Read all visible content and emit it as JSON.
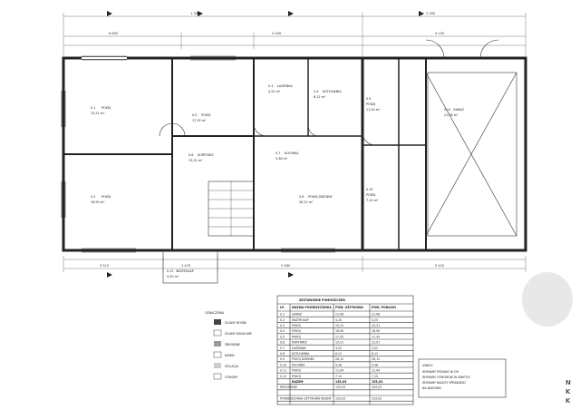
{
  "drawing": {
    "dimensions_top": [
      "1 385",
      "2 000"
    ],
    "dimensions_top_detail": [
      "6 600",
      "5 400",
      "4 155"
    ],
    "dimensions_bottom": [
      "3 515",
      "1 470",
      "5 580",
      "5 410"
    ]
  },
  "rooms": [
    {
      "id": "r1",
      "number": "0.1",
      "name": "POKÓJ",
      "area": "15,21 m²"
    },
    {
      "id": "r2",
      "number": "0.2",
      "name": "POKÓJ",
      "area": "16,90 m²"
    },
    {
      "id": "r3",
      "number": "0.3",
      "name": "ŁAZIENKA",
      "area": "4,52 m²"
    },
    {
      "id": "r4",
      "number": "0.4",
      "name": "KOTŁOWNIA",
      "area": "6,12 m²"
    },
    {
      "id": "r5",
      "number": "0.5",
      "name": "POKÓJ",
      "area": "17,35 m²"
    },
    {
      "id": "r6",
      "number": "0.6",
      "name": "KORYTARZ",
      "area": "12,01 m²"
    },
    {
      "id": "r7",
      "number": "0.7",
      "name": "KUCHNIA",
      "area": "9,38 m²"
    },
    {
      "id": "r8",
      "number": "0.8",
      "name": "POKÓJ DZIENNY",
      "area": "28,12 m²"
    },
    {
      "id": "r9",
      "number": "0.9",
      "name": "POKÓJ",
      "area": "11,04 m²"
    },
    {
      "id": "r10",
      "number": "0.10",
      "name": "POKÓJ",
      "area": "7,10 m²"
    },
    {
      "id": "r11",
      "number": "0.11",
      "name": "GARAŻ",
      "area": "21,08 m²"
    },
    {
      "id": "r12",
      "number": "0.12",
      "name": "WIATROŁAP",
      "area": "4,20 m²"
    }
  ],
  "table": {
    "header": [
      "LP.",
      "NAZWA POMIESZCZENIA",
      "POW. UŻYTKOWA",
      "POW. PODŁOGI"
    ],
    "title": "ZESTAWIENIE POMIESZCZEŃ",
    "rows": [
      [
        "0.1",
        "GARAŻ",
        "21,08",
        "21,08"
      ],
      [
        "0.2",
        "WIATROŁAP",
        "4,20",
        "4,20"
      ],
      [
        "0.3",
        "POKÓJ",
        "15,21",
        "15,21"
      ],
      [
        "0.4",
        "POKÓJ",
        "16,90",
        "16,90"
      ],
      [
        "0.5",
        "POKÓJ",
        "17,35",
        "17,35"
      ],
      [
        "0.6",
        "KORYTARZ",
        "12,01",
        "12,01"
      ],
      [
        "0.7",
        "ŁAZIENKA",
        "4,52",
        "4,52"
      ],
      [
        "0.8",
        "KOTŁOWNIA",
        "6,12",
        "6,12"
      ],
      [
        "0.9",
        "POKÓJ DZIENNY",
        "28,12",
        "28,12"
      ],
      [
        "0.10",
        "KUCHNIA",
        "9,38",
        "9,38"
      ],
      [
        "0.11",
        "POKÓJ",
        "11,04",
        "11,04"
      ],
      [
        "0.12",
        "POKÓJ",
        "7,10",
        "7,10"
      ]
    ],
    "sum_label": "RAZEM",
    "sum_values": [
      "153,03",
      "153,03"
    ],
    "footer": [
      [
        "PRZYZIEMIE",
        "",
        "153,03",
        "153,03"
      ],
      [
        "",
        "",
        "",
        ""
      ],
      [
        "POWIERZCHNIA UŻYTKOWA RAZEM",
        "",
        "153,03",
        "153,03"
      ]
    ]
  },
  "legend": {
    "title": "OZNACZENIA",
    "items": [
      "ŚCIANY NOŚNE",
      "ŚCIANY DZIAŁOWE",
      "ZBROJENIE",
      "KOMIN",
      "IZOLACJA",
      "OTWORY"
    ]
  },
  "notes": {
    "title": "UWAGI:",
    "lines": [
      "WYMIARY PODANO W CM",
      "WYMIARY OTWORÓW W ŚWIETLE",
      "WYMIARY NALEŻY SPRAWDZIĆ",
      "NA BUDOWIE"
    ]
  },
  "watermark": {
    "letters": [
      "N",
      "K",
      "K"
    ]
  }
}
